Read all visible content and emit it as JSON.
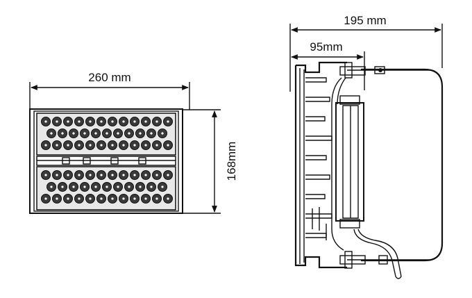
{
  "front_view": {
    "width_label": "260 mm",
    "height_label": "168mm",
    "led_module_count": 2
  },
  "side_view": {
    "overall_depth_label": "195 mm",
    "body_depth_label": "95mm"
  },
  "colors": {
    "line": "#111111",
    "led_fill": "#3a3a3a",
    "background": "#ffffff"
  }
}
